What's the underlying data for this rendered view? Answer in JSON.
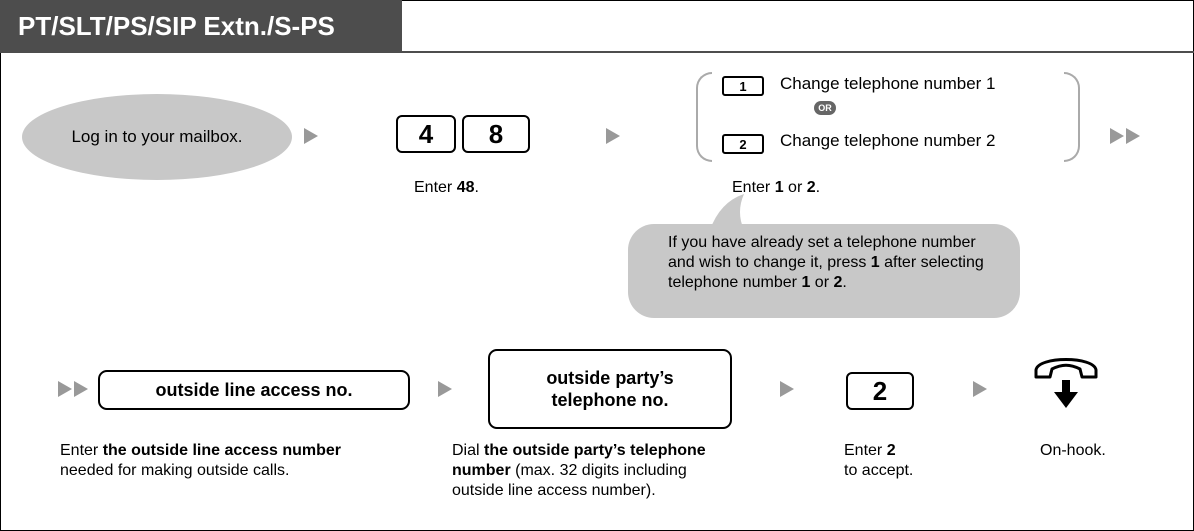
{
  "header": {
    "title": "PT/SLT/PS/SIP Extn./S-PS"
  },
  "step1": {
    "text": "Log in to your mailbox."
  },
  "step2": {
    "key1": "4",
    "key2": "8",
    "caption_pre": "Enter ",
    "caption_bold": "48",
    "caption_post": "."
  },
  "step3": {
    "option1_key": "1",
    "option1_text": "Change telephone number 1",
    "or_label": "OR",
    "option2_key": "2",
    "option2_text": "Change telephone number 2",
    "caption_pre": "Enter ",
    "caption_bold1": "1",
    "caption_mid": " or ",
    "caption_bold2": "2",
    "caption_post": "."
  },
  "note": {
    "line1": "If you have already set a telephone number",
    "line2_pre": "and wish to change it, press ",
    "line2_bold": "1",
    "line2_post": " after selecting",
    "line3_pre": "telephone number ",
    "line3_bold1": "1",
    "line3_mid": " or ",
    "line3_bold2": "2",
    "line3_post": "."
  },
  "step4": {
    "box_text": "outside line access no.",
    "caption_pre": "Enter ",
    "caption_bold": "the outside line access number",
    "caption_line2": "needed for making outside calls."
  },
  "step5": {
    "box_line1": "outside party’s",
    "box_line2": "telephone no.",
    "caption_pre": "Dial ",
    "caption_bold1": "the outside party’s telephone",
    "caption_bold2": "number",
    "caption_mid": " (max. 32 digits including",
    "caption_line3": "outside line access number)."
  },
  "step6": {
    "key": "2",
    "caption_pre": "Enter ",
    "caption_bold": "2",
    "caption_line2": "to accept."
  },
  "step7": {
    "icon": "handset-hang-up-icon",
    "caption": "On-hook."
  },
  "colors": {
    "header_bg": "#4d4d4d",
    "oval_bg": "#c8c8c8",
    "arrow": "#999999"
  }
}
